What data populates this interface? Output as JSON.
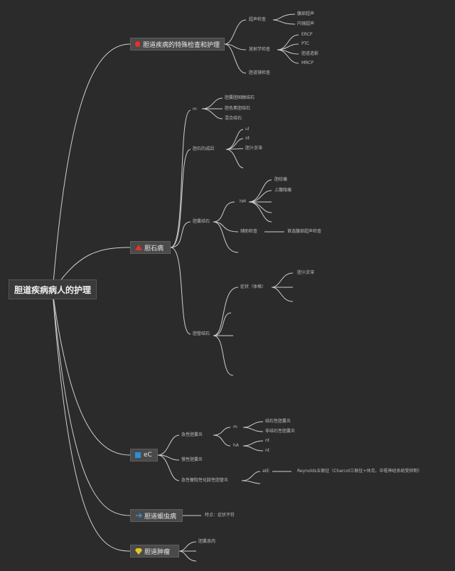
{
  "root": {
    "label": "胆道疾病病人的护理"
  },
  "branches": [
    {
      "label": "胆道疾病的特殊检查和护理",
      "icon": "red-dot-icon",
      "color": "#e8302a"
    },
    {
      "label": "胆石病",
      "icon": "red-triangle-icon",
      "color": "#e8302a"
    },
    {
      "label": "eC",
      "icon": "blue-square-icon",
      "color": "#2a8fd6"
    },
    {
      "label": "胆道蛔虫病",
      "icon": "blue-dot-icon",
      "color": "#3a8fd6"
    },
    {
      "label": "胆道肿瘤",
      "icon": "yellow-gem-icon",
      "color": "#e6c22a"
    }
  ],
  "labels": {
    "b1": [
      "超声检查",
      "腹部超声",
      "内镜超声",
      "放射学检查",
      "ERCP",
      "PTC",
      "胆道造影",
      "MRCP",
      "胆道镜检查"
    ],
    "b2": [
      "m",
      "胆囊胆固醇结石",
      "胆色素胆结石",
      "混合结石",
      "胆石的成因",
      "ul",
      "ot",
      "胆汁淤滞",
      "胆囊结石",
      "hM",
      "胆绞痛",
      "上腹隐痛",
      "辅助检查",
      "首选腹部超声检查",
      "胆管结石",
      "症状（体格）",
      "胆汁淤滞"
    ],
    "b3": [
      "急性胆囊炎",
      "m",
      "结石性胆囊炎",
      "非结石性胆囊炎",
      "hA",
      "nt",
      "nt",
      "慢性胆囊炎",
      "急性梗阻性化脓性胆管炎",
      "atE",
      "Reynolds五联征（Charcot三联征+休克、中枢神经系统受抑制）"
    ],
    "b4": [
      "特点：症状不符"
    ],
    "b5": [
      "胆囊息肉"
    ]
  }
}
